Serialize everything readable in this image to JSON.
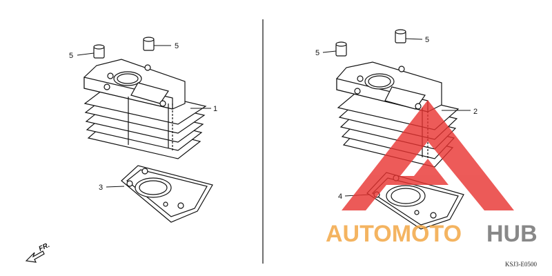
{
  "diagram": {
    "left_group": {
      "callouts": [
        {
          "number": "5"
        },
        {
          "number": "5"
        },
        {
          "number": "1"
        },
        {
          "number": "3"
        }
      ]
    },
    "right_group": {
      "callouts": [
        {
          "number": "5"
        },
        {
          "number": "5"
        },
        {
          "number": "2"
        },
        {
          "number": "4"
        }
      ]
    },
    "direction_label": "FR.",
    "reference_code": "KSJ3-E0500"
  },
  "watermark": {
    "brand_part1": "AUTOMOTO",
    "brand_part2": "HUB",
    "colors": {
      "red": "#e8322f",
      "orange": "#f2a23a",
      "gray": "#6b6b6b"
    }
  }
}
